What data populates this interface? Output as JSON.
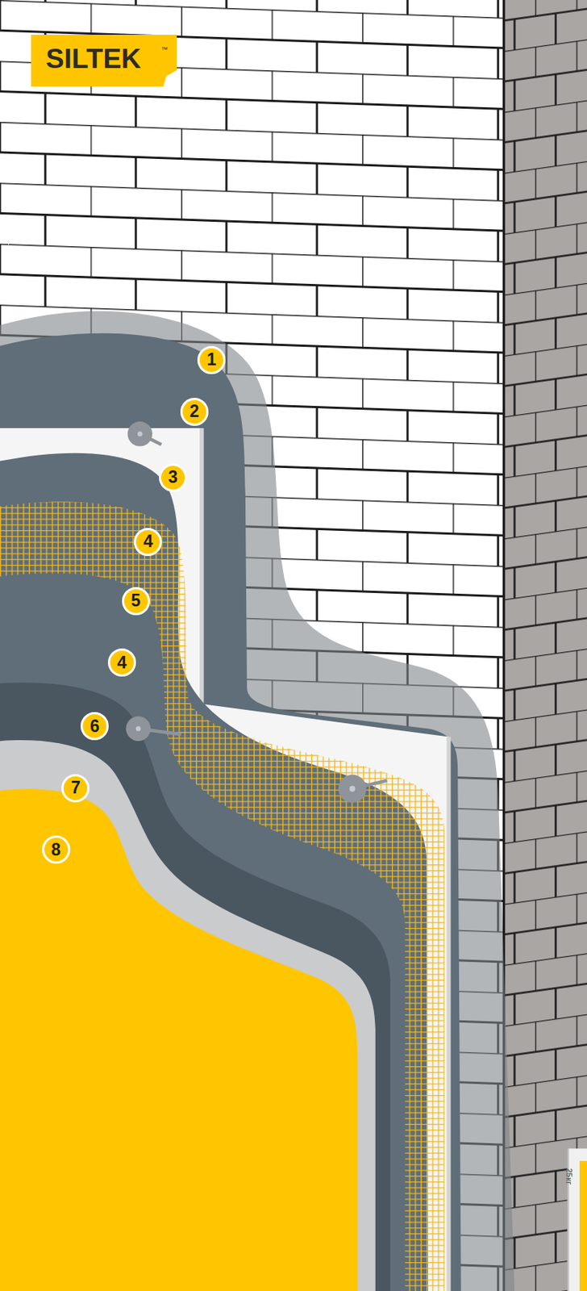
{
  "diagram": {
    "nodes": [
      {
        "text": [
          "SILTEK",
          "™"
        ]
      }
    ],
    "labels": [
      "1",
      "2",
      "3",
      "4",
      "5",
      "4",
      "6",
      "7",
      "8",
      "25кг"
    ]
  }
}
